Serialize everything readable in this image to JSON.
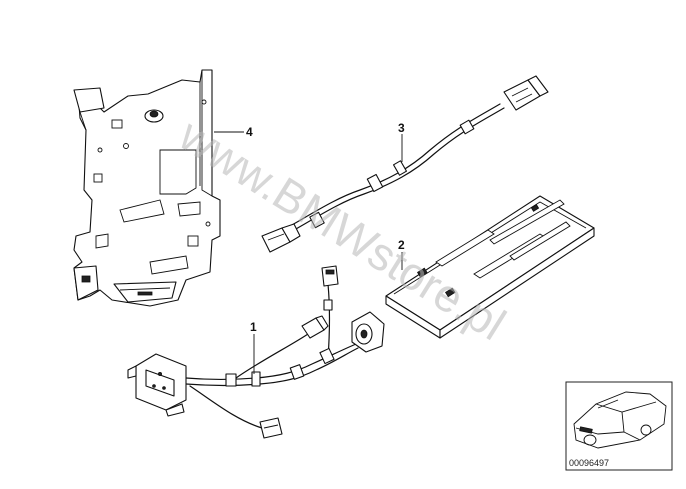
{
  "watermark": "www.BMWstore.pl",
  "callouts": {
    "bracket": "4",
    "cable_top": "3",
    "unit": "2",
    "harness": "1"
  },
  "thumbnail": {
    "code": "00096497",
    "icon": "car-outline-icon"
  }
}
